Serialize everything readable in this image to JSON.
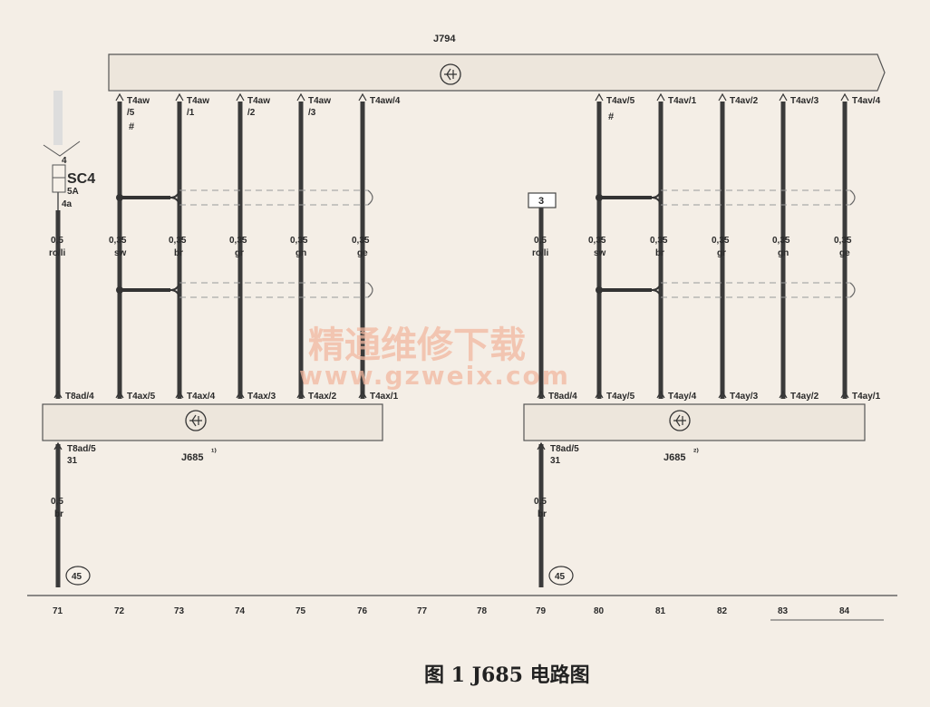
{
  "modules": {
    "j794": "J794",
    "j685_left": "J685",
    "j685_left_mark": "¹⁾",
    "j685_right": "J685",
    "j685_right_mark": "²⁾",
    "sc4_name": "SC4",
    "sc4_rating": "5A",
    "sc4_pin_top": "4",
    "sc4_pin_bottom": "4a",
    "box3": "3"
  },
  "left_wires": [
    {
      "top": [
        "T4aw",
        "/5"
      ],
      "size": "0,35",
      "color": "sw",
      "bottom": "T4ax/5",
      "hash": true
    },
    {
      "top": [
        "T4aw",
        "/1"
      ],
      "size": "0,35",
      "color": "br",
      "bottom": "T4ax/4"
    },
    {
      "top": [
        "T4aw",
        "/2"
      ],
      "size": "0,35",
      "color": "gr",
      "bottom": "T4ax/3"
    },
    {
      "top": [
        "T4aw",
        "/3"
      ],
      "size": "0,35",
      "color": "gn",
      "bottom": "T4ax/2"
    },
    {
      "top": [
        "T4aw/4",
        ""
      ],
      "size": "0,35",
      "color": "ge",
      "bottom": "T4ax/1"
    }
  ],
  "right_wires": [
    {
      "top": "T4av/5",
      "size": "0,35",
      "color": "sw",
      "bottom": "T4ay/5",
      "hash": true
    },
    {
      "top": "T4av/1",
      "size": "0,35",
      "color": "br",
      "bottom": "T4ay/4"
    },
    {
      "top": "T4av/2",
      "size": "0,35",
      "color": "gr",
      "bottom": "T4ay/3"
    },
    {
      "top": "T4av/3",
      "size": "0,35",
      "color": "gn",
      "bottom": "T4ay/2"
    },
    {
      "top": "T4av/4",
      "size": "0,35",
      "color": "ge",
      "bottom": "T4ay/1"
    }
  ],
  "supply_wire": {
    "size": "0,5",
    "color": "ro/li",
    "bottom": "T8ad/4"
  },
  "ground_wire": {
    "top": "T8ad/5",
    "pin": "31",
    "size": "0,5",
    "color": "br",
    "ground": "45"
  },
  "hash": "#",
  "grid_numbers": [
    "71",
    "72",
    "73",
    "74",
    "75",
    "76",
    "77",
    "78",
    "79",
    "80",
    "81",
    "82",
    "83",
    "84"
  ],
  "watermark": {
    "line1": "精通维修下载",
    "line2": "www.gzweix.com"
  },
  "caption": "图 1   J685 电路图"
}
